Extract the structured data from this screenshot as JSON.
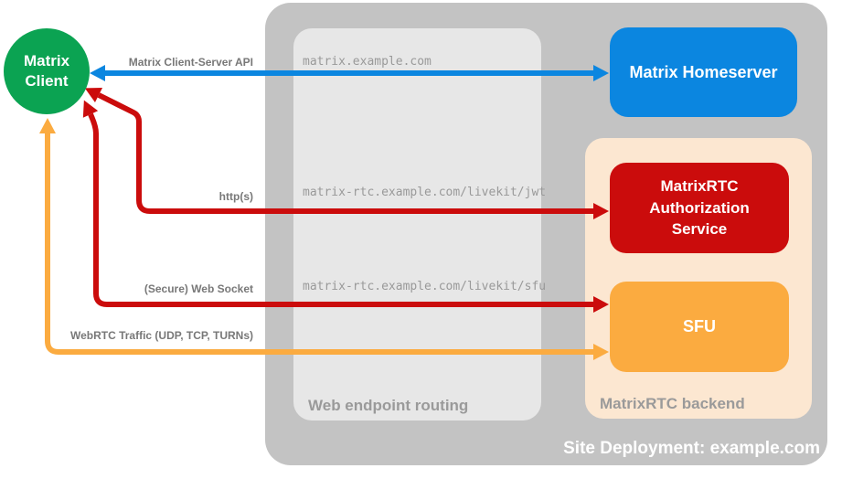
{
  "client": {
    "line1": "Matrix",
    "line2": "Client"
  },
  "containers": {
    "site": {
      "caption": "Site Deployment: example.com"
    },
    "routing": {
      "caption": "Web endpoint routing"
    },
    "backend": {
      "caption": "MatrixRTC backend"
    }
  },
  "nodes": {
    "homeserver": {
      "label": "Matrix Homeserver"
    },
    "auth_service": {
      "label": "MatrixRTC Authorization Service"
    },
    "sfu": {
      "label": "SFU"
    }
  },
  "connections": [
    {
      "id": "client-server-api",
      "label": "Matrix Client-Server API",
      "endpoint": "matrix.example.com",
      "color": "#0b86e0",
      "from": "Matrix Client",
      "to": "Matrix Homeserver",
      "bidirectional": true
    },
    {
      "id": "https",
      "label": "http(s)",
      "endpoint": "matrix-rtc.example.com/livekit/jwt",
      "color": "#cb0c0c",
      "from": "Matrix Client",
      "to": "MatrixRTC Authorization Service",
      "bidirectional": true
    },
    {
      "id": "secure-web-socket",
      "label": "(Secure) Web Socket",
      "endpoint": "matrix-rtc.example.com/livekit/sfu",
      "color": "#cb0c0c",
      "from": "Matrix Client",
      "to": "SFU",
      "bidirectional": true
    },
    {
      "id": "webrtc-traffic",
      "label": "WebRTC Traffic (UDP, TCP, TURNs)",
      "endpoint": "",
      "color": "#fbab40",
      "from": "Matrix Client",
      "to": "SFU",
      "bidirectional": true
    }
  ],
  "colors": {
    "green": "#0ba352",
    "blue": "#0b86e0",
    "red": "#cb0c0c",
    "orange": "#fbab40",
    "peach": "#fce7d1",
    "container_gray": "#c3c3c3",
    "panel_gray": "#e7e7e7",
    "caption_gray": "#9a9a9a",
    "label_gray": "#787878",
    "mono_gray": "#999999"
  }
}
